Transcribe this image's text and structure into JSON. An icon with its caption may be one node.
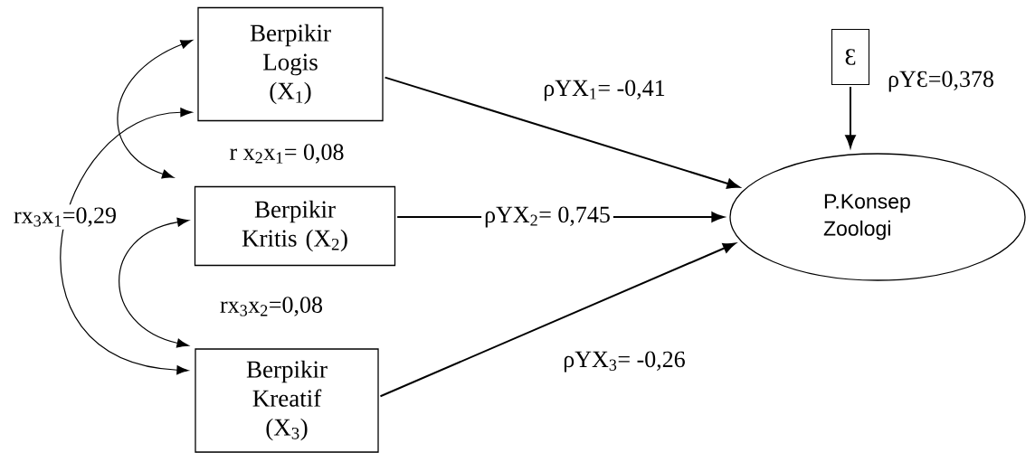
{
  "diagram": {
    "nodes": [
      {
        "text": [
          "Berpikir Logis (X$_{1}$)"
        ]
      },
      {
        "text": [
          "Berpikir Kritis (X$_{2}$)"
        ]
      },
      {
        "text": [
          "Berpikir Kreatif (X$_{3}$)"
        ]
      },
      {
        "text": [
          "Ɛ"
        ]
      },
      {
        "text": [
          "P.Konsep Zoologi"
        ]
      }
    ],
    "edges": [
      {
        "from": 0,
        "to": 4,
        "arrow": "to",
        "label": "ρYX$_{1}$= -0,41"
      },
      {
        "from": 1,
        "to": 4,
        "arrow": "to",
        "label": "ρYX$_{2}$= 0,745"
      },
      {
        "from": 2,
        "to": 4,
        "arrow": "to",
        "label": "ρYX$_{3}$= -0,26"
      },
      {
        "from": 3,
        "to": 4,
        "arrow": "to",
        "label": "ρYƐ=0,378"
      },
      {
        "from": 0,
        "to": 1,
        "arrow": "both",
        "label": "r x$_{2}$x$_{1}$= 0,08"
      },
      {
        "from": 0,
        "to": 2,
        "arrow": "both",
        "label": "rx$_{3}$x$_{1}$=0,29"
      },
      {
        "from": 1,
        "to": 2,
        "arrow": "both",
        "label": "rx$_{3}$x$_{2}$=0,08"
      }
    ]
  }
}
